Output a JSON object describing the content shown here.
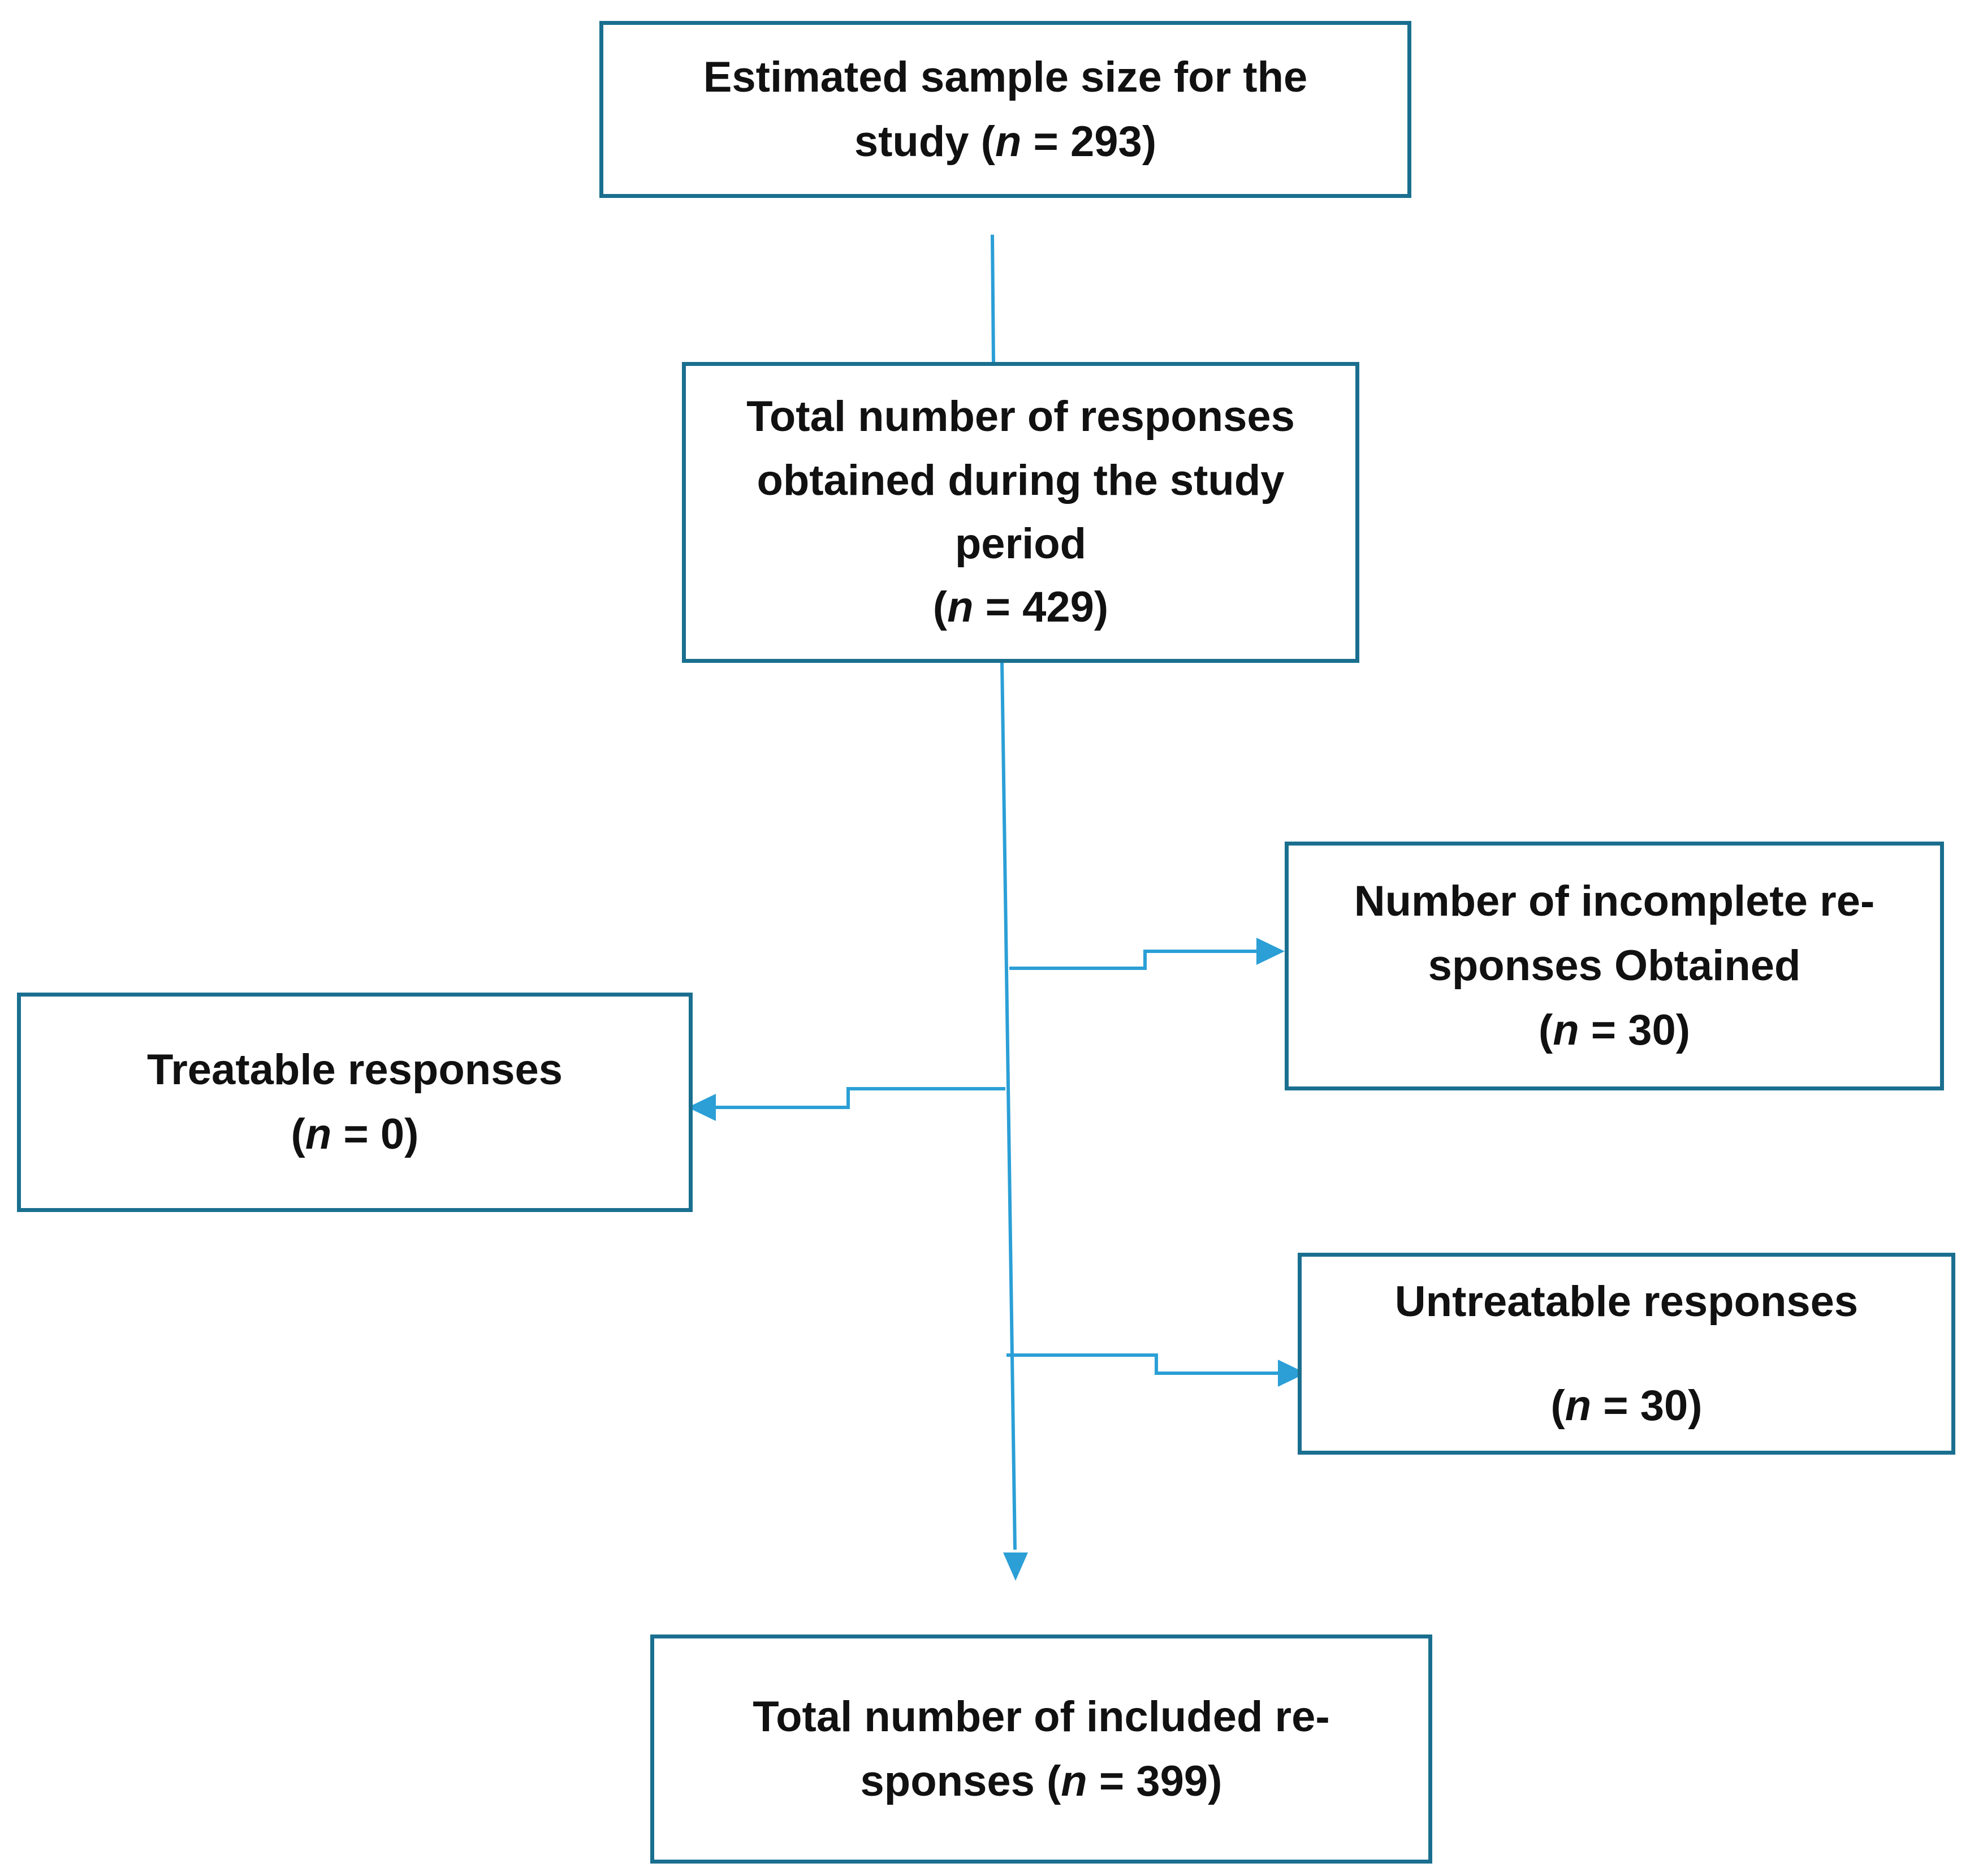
{
  "colors": {
    "box_border": "#1a6f8f",
    "connector": "#2b9fd6",
    "text": "#111111"
  },
  "boxes": {
    "sample": {
      "line1": "Estimated sample size for the",
      "line2_prefix": "study (",
      "n_symbol": "n",
      "line2_value": " = 293)"
    },
    "total": {
      "line1": "Total number of responses",
      "line2": "obtained during the study",
      "line3": "period",
      "open_paren": "(",
      "n_symbol": "n",
      "value": " = 429)"
    },
    "incomplete": {
      "line1": "Number of incomplete re-",
      "line2": "sponses Obtained",
      "open_paren": "(",
      "n_symbol": "n",
      "value": " = 30)"
    },
    "treatable": {
      "line1": "Treatable responses",
      "open_paren": "(",
      "n_symbol": "n",
      "value": " = 0)"
    },
    "untreatable": {
      "line1": "Untreatable responses",
      "open_paren": "(",
      "n_symbol": "n",
      "value": " = 30)"
    },
    "included": {
      "line1": "Total number of included re-",
      "line2_prefix": "sponses (",
      "n_symbol": "n",
      "line2_value": " = 399)"
    }
  }
}
